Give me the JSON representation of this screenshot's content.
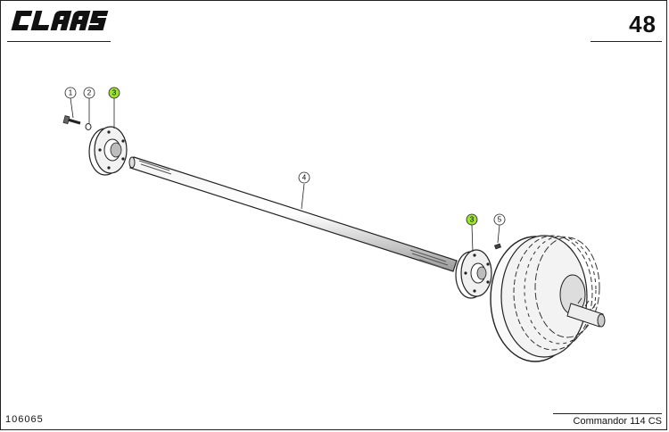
{
  "header": {
    "brand": "CLAAS",
    "page_number": "48"
  },
  "footer": {
    "document_number": "106065",
    "model": "Commandor 114 CS"
  },
  "callouts": [
    {
      "label": "1",
      "highlighted": false
    },
    {
      "label": "2",
      "highlighted": false
    },
    {
      "label": "3",
      "highlighted": true
    },
    {
      "label": "4",
      "highlighted": false
    },
    {
      "label": "3",
      "highlighted": true
    },
    {
      "label": "5",
      "highlighted": false
    }
  ],
  "colors": {
    "highlight": "#9ee03a",
    "line": "#222222",
    "background": "#ffffff"
  }
}
